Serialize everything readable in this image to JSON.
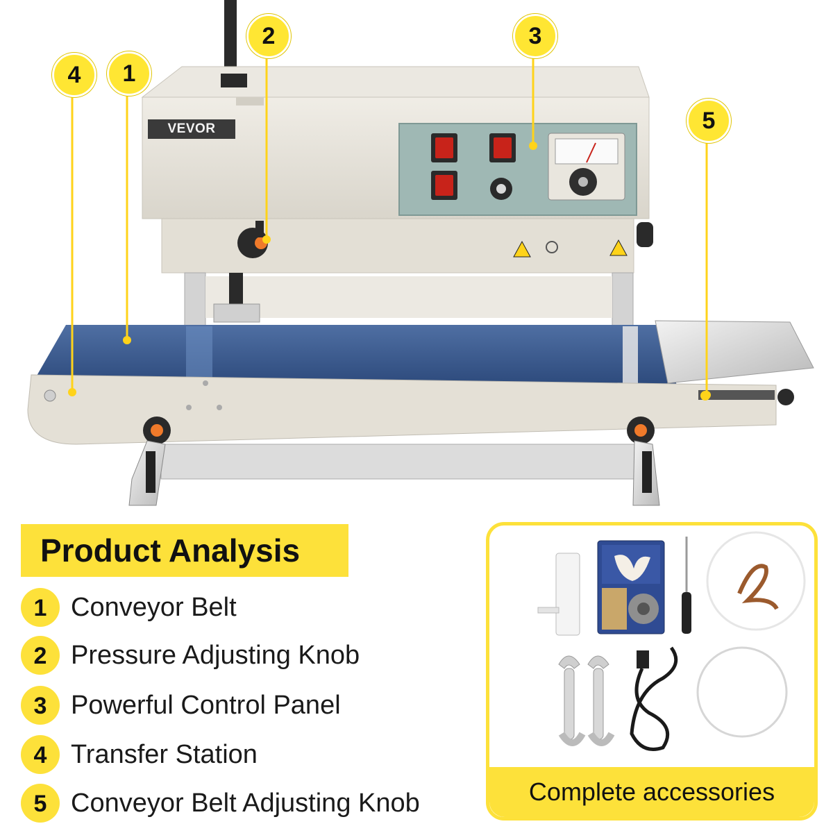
{
  "product": {
    "brand": "VEVOR"
  },
  "callouts": [
    {
      "number": "2"
    },
    {
      "number": "3"
    },
    {
      "number": "4"
    },
    {
      "number": "1"
    },
    {
      "number": "5"
    }
  ],
  "analysis": {
    "title": "Product Analysis",
    "features": [
      {
        "number": "1",
        "label": "Conveyor Belt"
      },
      {
        "number": "2",
        "label": "Pressure Adjusting Knob"
      },
      {
        "number": "3",
        "label": "Powerful Control Panel"
      },
      {
        "number": "4",
        "label": "Transfer Station"
      },
      {
        "number": "5",
        "label": "Conveyor Belt Adjusting Knob"
      }
    ]
  },
  "accessories": {
    "caption": "Complete accessories"
  },
  "colors": {
    "accent": "#fde13a",
    "machine_body": "#e7e3d9",
    "belt": "#3d5a8c",
    "control_panel": "#9fb8b4",
    "switch_red": "#c8231a"
  }
}
